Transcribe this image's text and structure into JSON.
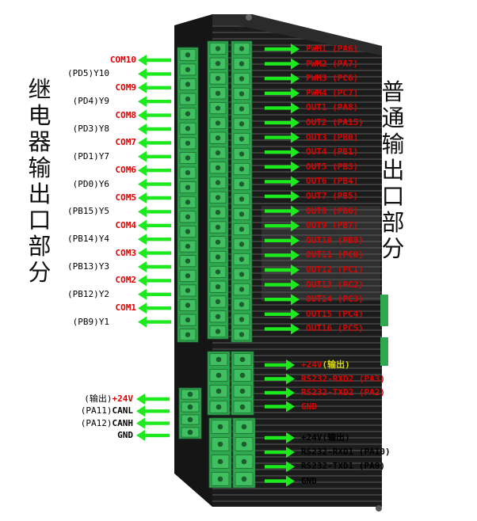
{
  "side_titles": {
    "left": "继电器输出口部分",
    "right": "普通输出口部分"
  },
  "relay_outputs": [
    {
      "label": "COM10"
    },
    {
      "label": "(PD5)Y10"
    },
    {
      "label": "COM9"
    },
    {
      "label": "(PD4)Y9"
    },
    {
      "label": "COM8"
    },
    {
      "label": "(PD3)Y8"
    },
    {
      "label": "COM7"
    },
    {
      "label": "(PD1)Y7"
    },
    {
      "label": "COM6"
    },
    {
      "label": "(PD0)Y6"
    },
    {
      "label": "COM5"
    },
    {
      "label": "(PB15)Y5"
    },
    {
      "label": "COM4"
    },
    {
      "label": "(PB14)Y4"
    },
    {
      "label": "COM3"
    },
    {
      "label": "(PB13)Y3"
    },
    {
      "label": "COM2"
    },
    {
      "label": "(PB12)Y2"
    },
    {
      "label": "COM1"
    },
    {
      "label": "(PB9)Y1"
    }
  ],
  "can_port": [
    {
      "prefix": "(输出)",
      "label": "+24V"
    },
    {
      "prefix": "(PA11)",
      "label": "CANL"
    },
    {
      "prefix": "(PA12)",
      "label": "CANH"
    },
    {
      "prefix": "",
      "label": "GND"
    }
  ],
  "normal_outputs": [
    {
      "label": "PWM1 (PA6)"
    },
    {
      "label": "PWM2 (PA7)"
    },
    {
      "label": "PWM3 (PC6)"
    },
    {
      "label": "PWM4 (PC7)"
    },
    {
      "label": "OUT1 (PA8)"
    },
    {
      "label": "OUT2 (PA15)"
    },
    {
      "label": "OUT3 (PB0)"
    },
    {
      "label": "OUT4 (PB1)"
    },
    {
      "label": "OUT5 (PB3)"
    },
    {
      "label": "OUT6 (PB4)"
    },
    {
      "label": "OUT7 (PB5)"
    },
    {
      "label": "OUT8 (PB6)"
    },
    {
      "label": "OUT9 (PB7)"
    },
    {
      "label": "OUT10 (PB8)"
    },
    {
      "label": "OUT11 (PC0)"
    },
    {
      "label": "OUT12 (PC1)"
    },
    {
      "label": "OUT13 (PC2)"
    },
    {
      "label": "OUT14 (PC3)"
    },
    {
      "label": "OUT15 (PC4)"
    },
    {
      "label": "OUT16 (PC5)"
    }
  ],
  "rs232_port2": [
    {
      "label": "+24V",
      "suffix": "(输出)"
    },
    {
      "label": "RS232-RXD2 (PA3)",
      "suffix": ""
    },
    {
      "label": "RS232-TXD2 (PA2)",
      "suffix": ""
    },
    {
      "label": "GND",
      "suffix": ""
    }
  ],
  "rs232_port1": [
    {
      "label": "+24V",
      "suffix": "(输出)"
    },
    {
      "label": "RS232-RXD1 (PA10)",
      "suffix": ""
    },
    {
      "label": "RS232-TXD1 (PA9)",
      "suffix": ""
    },
    {
      "label": "GND",
      "suffix": ""
    }
  ],
  "colors": {
    "arrow": "#1ee81e",
    "label_red": "#e00000",
    "terminal_green": "#2fa84f",
    "housing": "#1c1c1c"
  }
}
